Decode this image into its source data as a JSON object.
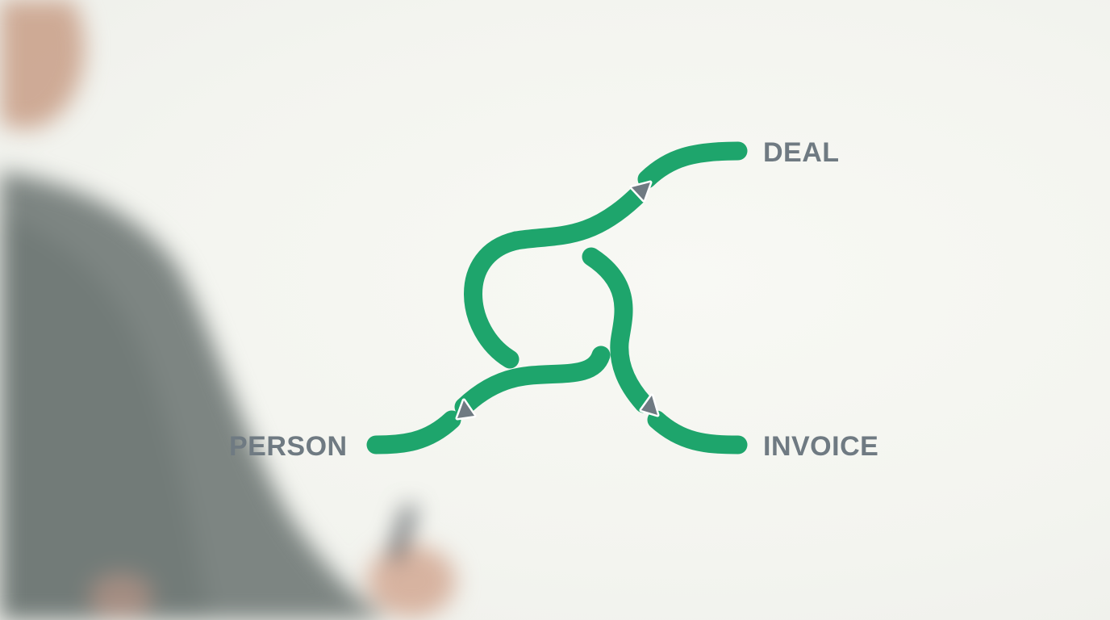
{
  "diagram": {
    "nodes": {
      "deal": "DEAL",
      "person": "PERSON",
      "invoice": "INVOICE"
    }
  },
  "colors": {
    "connector": "#1ea56c",
    "arrowhead": "#6f7a82",
    "label": "#6f7a82",
    "background": "#f4f5f0"
  }
}
